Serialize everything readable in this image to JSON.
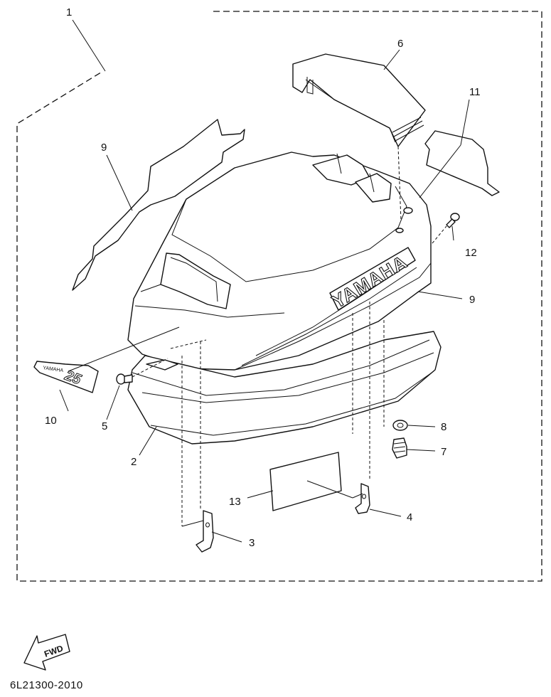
{
  "diagram": {
    "drawing_code": "6L21300-2010",
    "brand_mark": "YAMAHA",
    "direction_label": "FWD",
    "decal": {
      "small_text": "YAMAHA",
      "number": "25"
    },
    "callouts": [
      {
        "id": "1",
        "label": "1"
      },
      {
        "id": "2",
        "label": "2"
      },
      {
        "id": "3",
        "label": "3"
      },
      {
        "id": "4",
        "label": "4"
      },
      {
        "id": "5",
        "label": "5"
      },
      {
        "id": "6",
        "label": "6"
      },
      {
        "id": "7",
        "label": "7"
      },
      {
        "id": "8",
        "label": "8"
      },
      {
        "id": "9a",
        "label": "9"
      },
      {
        "id": "9b",
        "label": "9"
      },
      {
        "id": "10",
        "label": "10"
      },
      {
        "id": "11",
        "label": "11"
      },
      {
        "id": "12",
        "label": "12"
      },
      {
        "id": "13",
        "label": "13"
      }
    ]
  }
}
